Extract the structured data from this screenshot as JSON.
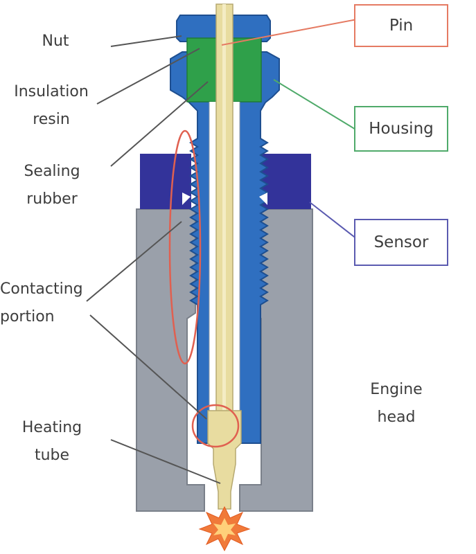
{
  "labels": {
    "nut": "Nut",
    "insulation_resin": [
      "Insulation",
      "resin"
    ],
    "sealing_rubber": [
      "Sealing",
      "rubber"
    ],
    "contacting_portion": [
      "Contacting",
      "portion"
    ],
    "heating_tube": [
      "Heating",
      "tube"
    ],
    "engine_head": [
      "Engine",
      "head"
    ]
  },
  "boxes": {
    "pin": "Pin",
    "housing": "Housing",
    "sensor": "Sensor"
  },
  "colors": {
    "housing_blue": "#2f6fc0",
    "resin_green": "#2fa04a",
    "pin_tan": "#e8dca0",
    "sensor_navy": "#33339a",
    "engine_gray": "#9aa0aa",
    "highlight_red": "#e06050",
    "box_pin": "#e57a62",
    "box_housing": "#4faa6a",
    "box_sensor": "#5a5ab0",
    "flame": "#f07a3a"
  }
}
